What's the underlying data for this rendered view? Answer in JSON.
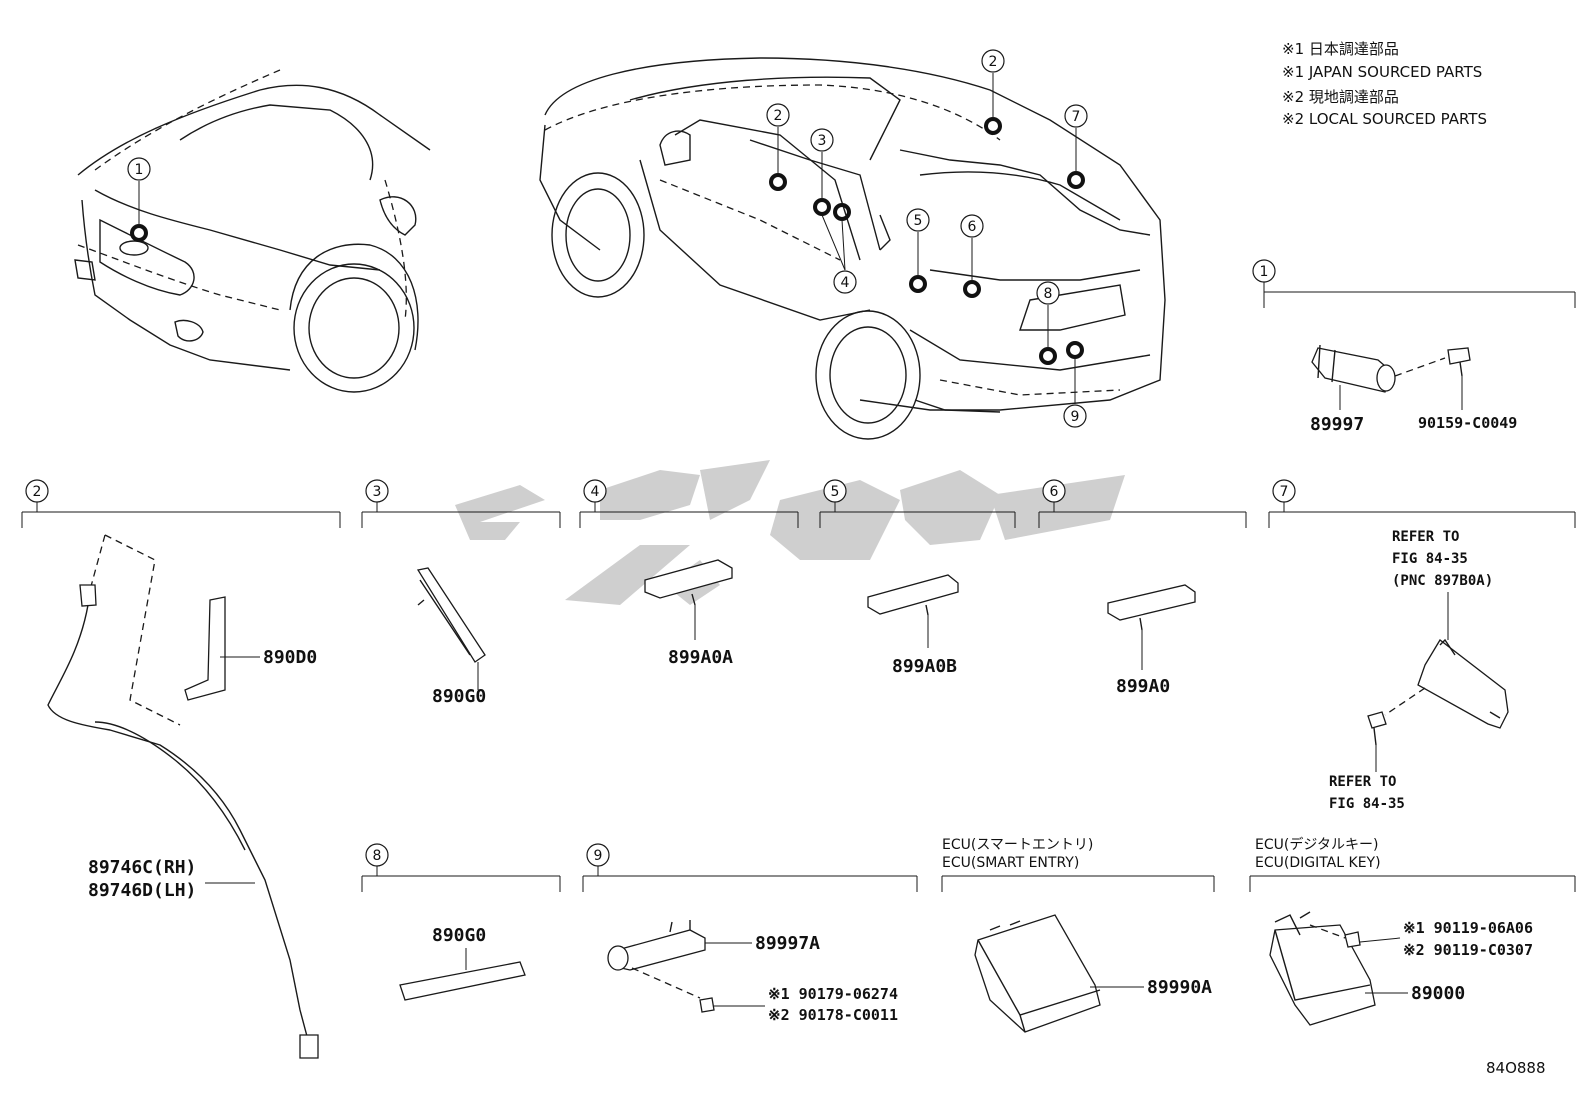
{
  "legend": [
    "※1 日本調達部品",
    "※1 JAPAN SOURCED PARTS",
    "※2 現地調達部品",
    "※2 LOCAL SOURCED PARTS"
  ],
  "callouts": [
    "1",
    "2",
    "3",
    "4",
    "5",
    "6",
    "7",
    "8",
    "9"
  ],
  "parts": {
    "p89997": "89997",
    "p90159": "90159-C0049",
    "p890D0": "890D0",
    "p89746C": "89746C(RH)",
    "p89746D": "89746D(LH)",
    "p890G0_a": "890G0",
    "p899A0A": "899A0A",
    "p899A0B": "899A0B",
    "p899A0": "899A0",
    "p890G0_b": "890G0",
    "p89997A": "89997A",
    "p90179": "※1 90179-06274",
    "p90178": "※2 90178-C0011",
    "p89990A": "89990A",
    "p90119a": "※1 90119-06A06",
    "p90119b": "※2 90119-C0307",
    "p89000": "89000"
  },
  "refer": {
    "top_1": "REFER TO",
    "top_2": "FIG 84-35",
    "top_3": "(PNC 897B0A)",
    "bot_1": "REFER TO",
    "bot_2": "FIG 84-35"
  },
  "ecu": {
    "smart_jp": "ECU(スマートエントリ)",
    "smart_en": "ECU(SMART ENTRY)",
    "digital_jp": "ECU(デジタルキー)",
    "digital_en": "ECU(DIGITAL KEY)"
  },
  "figure_id": "84O888"
}
